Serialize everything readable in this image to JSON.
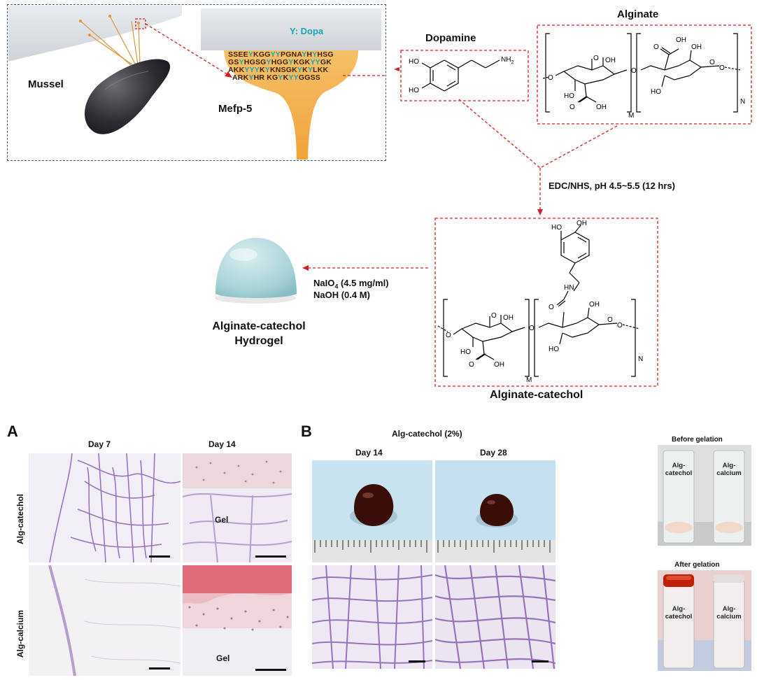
{
  "scheme": {
    "mussel_label": "Mussel",
    "protein_label": "Mefp-5",
    "dopa_key": "Y: Dopa",
    "sequence_lines": [
      [
        "SSEE",
        "Y",
        "KGG",
        "YY",
        "PGNA",
        "Y",
        "H",
        "Y",
        "HSG"
      ],
      [
        "GS",
        "Y",
        "HGSG",
        "Y",
        "HGG",
        "Y",
        "KGK",
        "YY",
        "GK"
      ],
      [
        "AKK",
        "YYY",
        "K",
        "Y",
        "KNSGK",
        "Y",
        "K",
        "Y",
        "LKK"
      ],
      [
        "ARK",
        "Y",
        "HR KG",
        "Y",
        "K",
        "YY",
        "GGSS"
      ]
    ],
    "dopamine_title": "Dopamine",
    "alginate_title": "Alginate",
    "reaction_condition": "EDC/NHS, pH 4.5~5.5 (12 hrs)",
    "product_title": "Alginate-catechol",
    "oxidant_line1_main": "NaIO",
    "oxidant_line1_sub": "4",
    "oxidant_line1_rest": " (4.5 mg/ml)",
    "oxidant_line2": "NaOH (0.4 M)",
    "hydrogel_line1": "Alginate-catechol",
    "hydrogel_line2": "Hydrogel",
    "chem": {
      "ho": "HO",
      "oh": "OH",
      "nh2": "NH",
      "nh2_sub": "2",
      "o": "O",
      "hn": "HN",
      "m": "M",
      "n": "N"
    }
  },
  "panel_a": {
    "letter": "A",
    "col1": "Day 7",
    "col2": "Day 14",
    "row1": "Alg-catechol",
    "row2": "Alg-calcium",
    "gel1": "Gel",
    "gel2": "Gel"
  },
  "panel_b": {
    "letter": "B",
    "header": "Alg-catechol (2%)",
    "col1": "Day 14",
    "col2": "Day 28"
  },
  "vials": {
    "before_title": "Before gelation",
    "after_title": "After gelation",
    "left_label1": "Alg-",
    "left_label2": "catechol",
    "right_label1": "Alg-",
    "right_label2": "calcium"
  },
  "colors": {
    "arrow_red": "#d42020",
    "dopa_cyan": "#1aa3b8",
    "protein_orange": "#f2b04a",
    "histology_purple": "#8a5fb0",
    "histology_pink": "#e06a7a",
    "gel_dark": "#3a0e08"
  }
}
